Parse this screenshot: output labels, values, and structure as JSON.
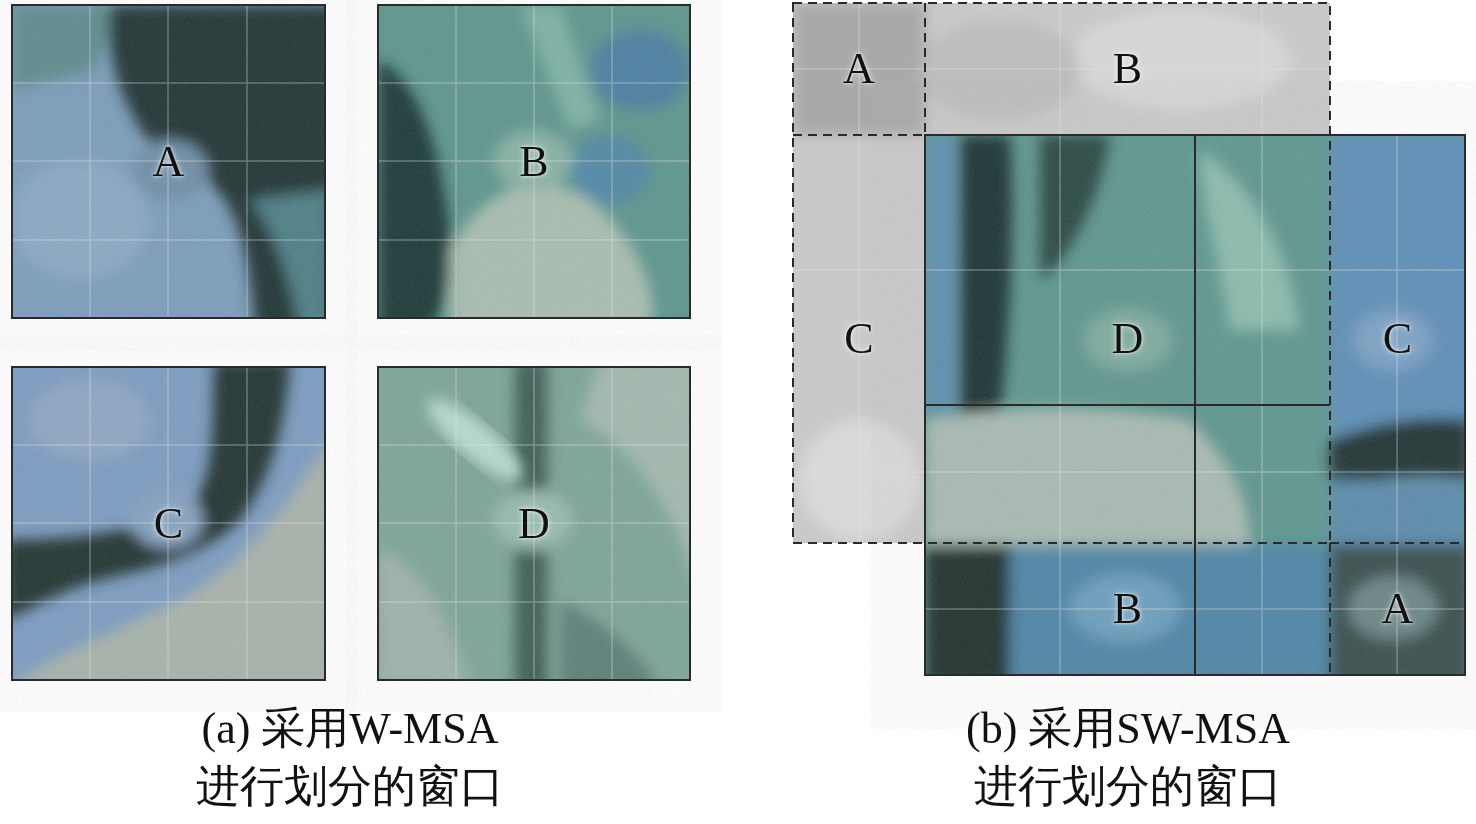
{
  "diagram": {
    "nodes": [
      {
        "text": [
          "A"
        ]
      },
      {
        "text": [
          "B"
        ]
      },
      {
        "text": [
          "C"
        ]
      },
      {
        "text": [
          "D"
        ]
      },
      {
        "text": [
          "A"
        ]
      },
      {
        "text": [
          "B"
        ]
      },
      {
        "text": [
          "C"
        ]
      },
      {
        "text": [
          "D"
        ]
      },
      {
        "text": [
          "C"
        ]
      },
      {
        "text": [
          "B"
        ]
      },
      {
        "text": [
          "A"
        ]
      }
    ],
    "labels": [
      "(a) 采用W-MSA 进行划分的窗口",
      "(b) 采用SW-MSA 进行划分的窗口"
    ]
  }
}
